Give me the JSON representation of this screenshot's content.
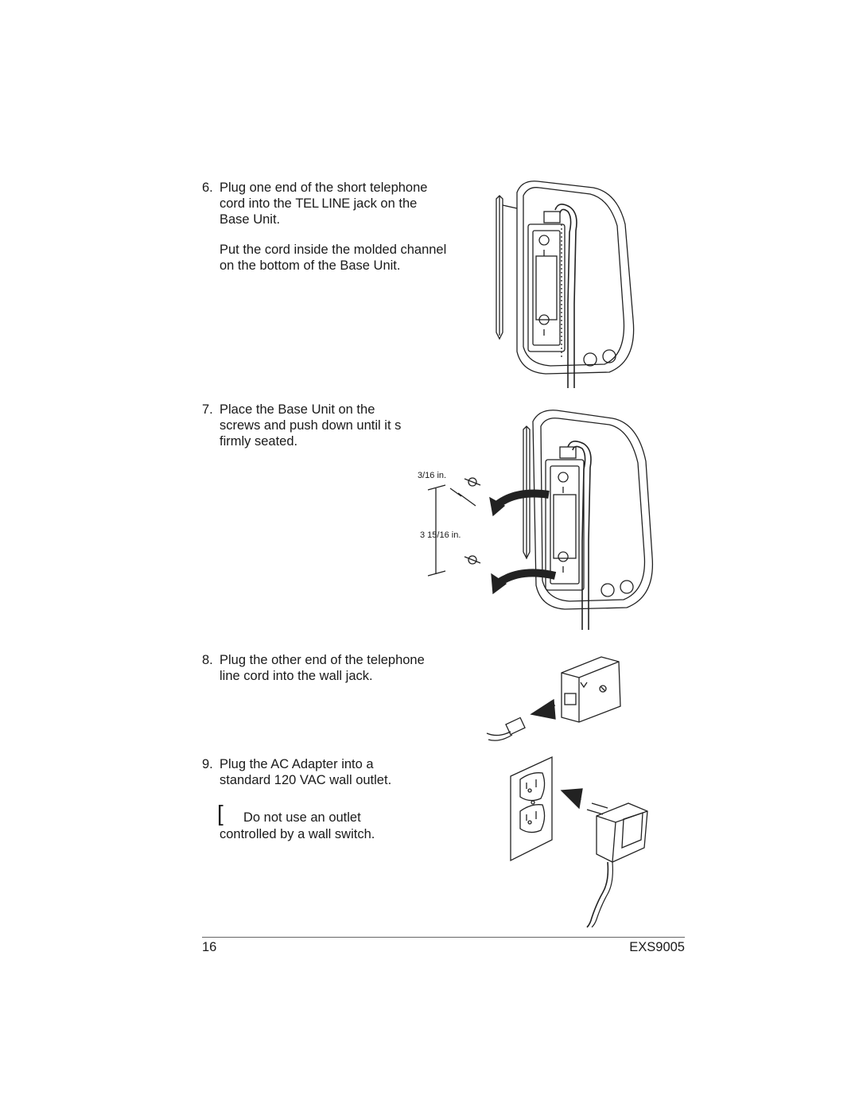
{
  "steps": [
    {
      "number": "6.",
      "line1_pre": "Plug one end of the short telephone",
      "line2_pre": "cord into the ",
      "line2_jack": "TEL LINE",
      "line2_post": " jack on the",
      "line3": "Base Unit.",
      "note_line1": "Put the cord inside the molded channel",
      "note_line2": "on the bottom of the Base Unit."
    },
    {
      "number": "7.",
      "line1": "Place the Base Unit on the",
      "line2": "screws and push down until it s",
      "line3": "firmly seated."
    },
    {
      "number": "8.",
      "line1": "Plug the other end of the telephone",
      "line2": "line cord into the wall jack."
    },
    {
      "number": "9.",
      "line1": "Plug the AC Adapter into a",
      "line2": "standard 120 VAC wall outlet.",
      "warning_line1": "Do not use an outlet",
      "warning_line2": "controlled by a wall switch."
    }
  ],
  "dimensions": {
    "top": "3/16 in.",
    "spacing": "3 15/16 in."
  },
  "footer": {
    "page_number": "16",
    "model": "EXS9005"
  }
}
